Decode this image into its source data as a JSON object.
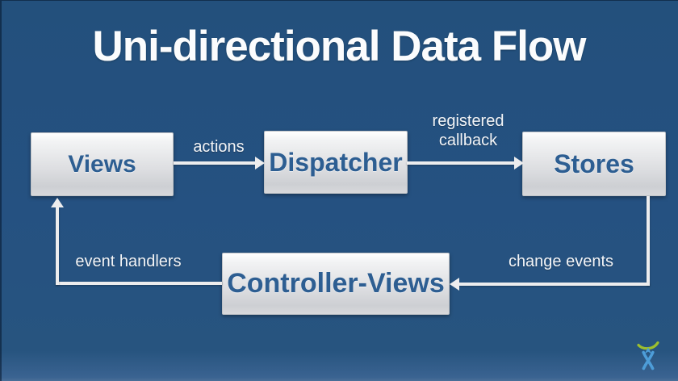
{
  "slide": {
    "title": "Uni-directional Data Flow"
  },
  "diagram": {
    "type": "flowchart",
    "nodes": [
      {
        "id": "views",
        "label": "Views"
      },
      {
        "id": "dispatcher",
        "label": "Dispatcher"
      },
      {
        "id": "stores",
        "label": "Stores"
      },
      {
        "id": "controller-views",
        "label": "Controller-Views"
      }
    ],
    "edges": [
      {
        "from": "views",
        "to": "dispatcher",
        "label": "actions"
      },
      {
        "from": "dispatcher",
        "to": "stores",
        "label": "registered callback"
      },
      {
        "from": "stores",
        "to": "controller-views",
        "label": "change events"
      },
      {
        "from": "controller-views",
        "to": "views",
        "label": "event handlers"
      }
    ]
  },
  "branding": {
    "logo": "atlassian-charlie-logo"
  },
  "colors": {
    "background": "#255181",
    "box_gradient_top": "#ffffff",
    "box_gradient_bottom": "#cdcfd3",
    "box_text": "#2d5e92",
    "arrow": "#ededee",
    "label_text": "#f3f5f8",
    "title_text": "#fbfcfd",
    "logo_green": "#9dbf2e",
    "logo_blue": "#4d9dd8"
  }
}
